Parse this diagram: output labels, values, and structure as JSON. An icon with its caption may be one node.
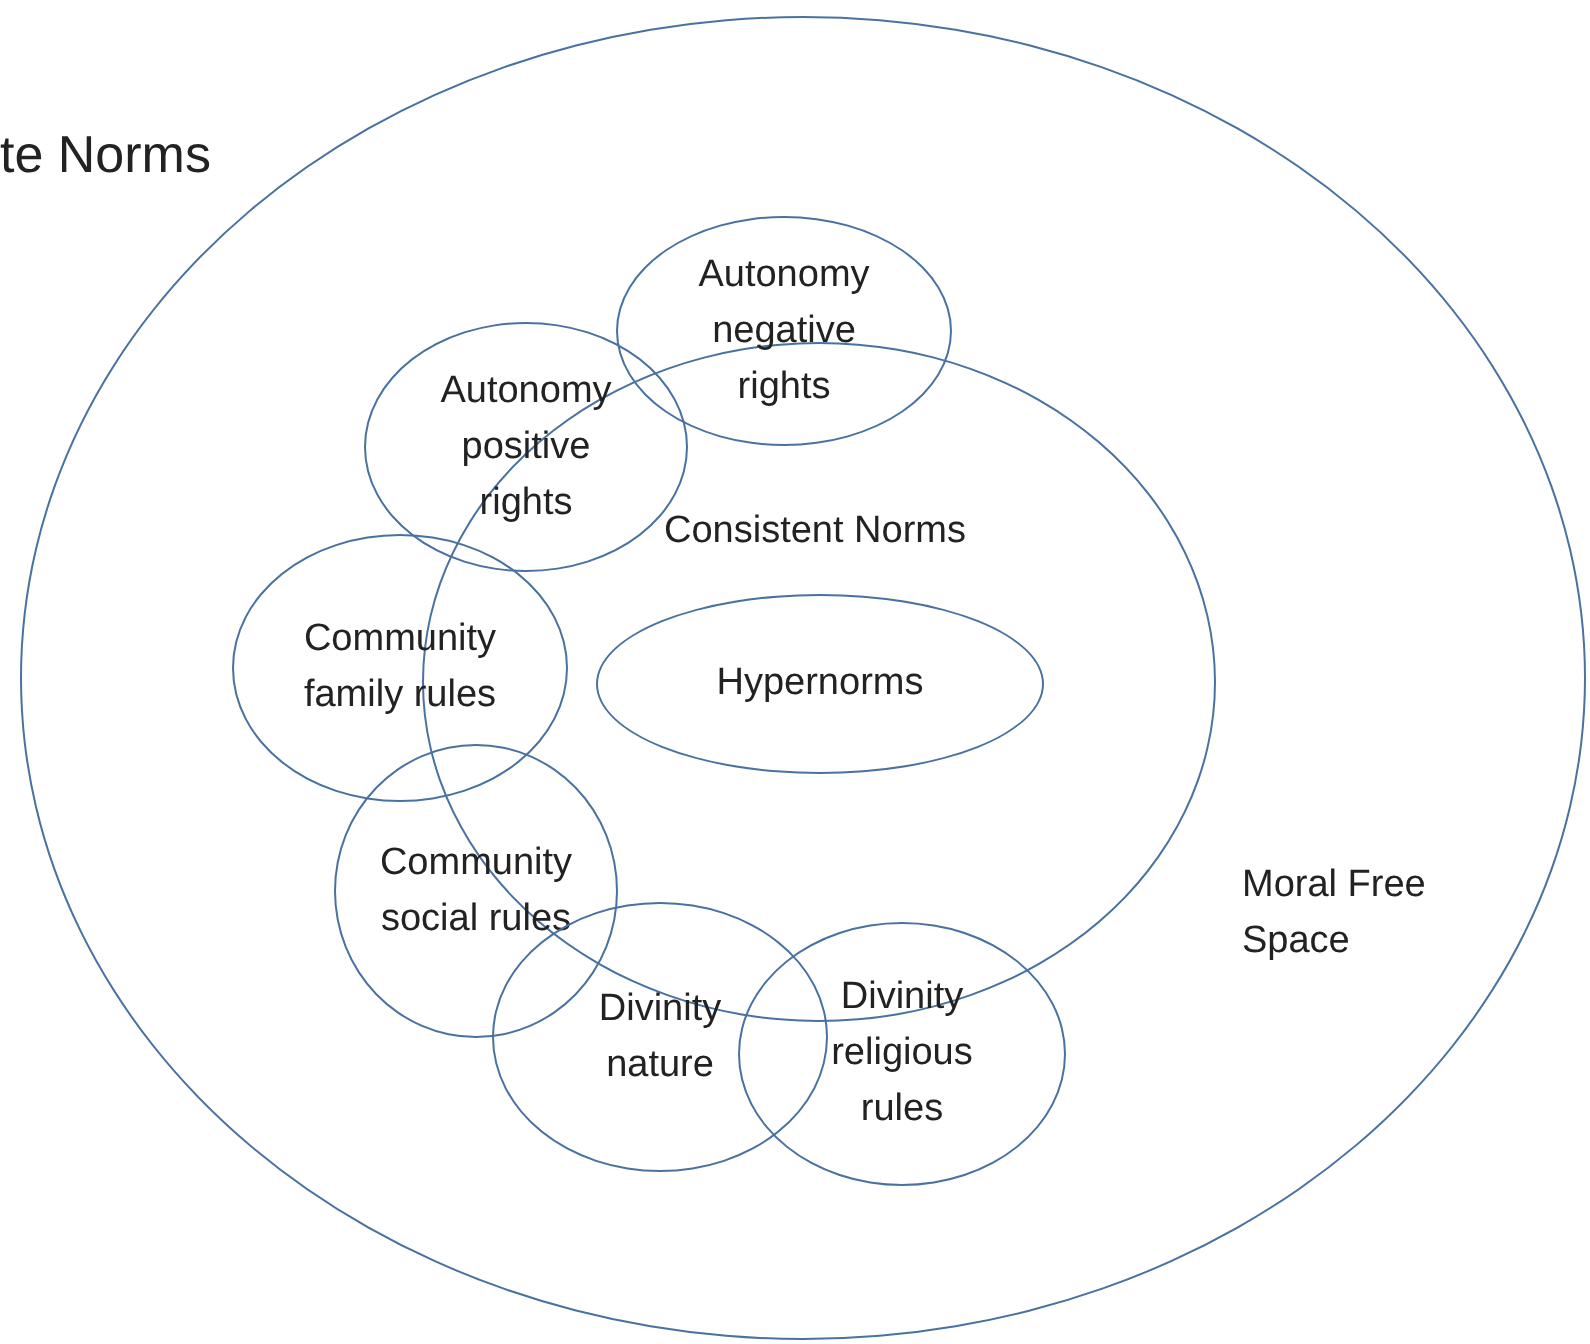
{
  "diagram": {
    "nodes": [
      {
        "text": [
          "Moral Free Space"
        ]
      },
      {
        "text": [
          "Consistent Norms"
        ],
        "in": 0
      },
      {
        "text": [
          "Hypernorms"
        ],
        "in": 1
      },
      {
        "text": [
          "Autonomy negative rights"
        ],
        "in": 0
      },
      {
        "text": [
          "Autonomy positive rights"
        ],
        "in": 0
      },
      {
        "text": [
          "Community family rules"
        ],
        "in": 0
      },
      {
        "text": [
          "Community social rules"
        ],
        "in": 0
      },
      {
        "text": [
          "Divinity nature"
        ],
        "in": 0
      },
      {
        "text": [
          "Divinity religious rules"
        ],
        "in": 0
      }
    ],
    "edges": [],
    "labels": [
      "te Norms"
    ]
  }
}
